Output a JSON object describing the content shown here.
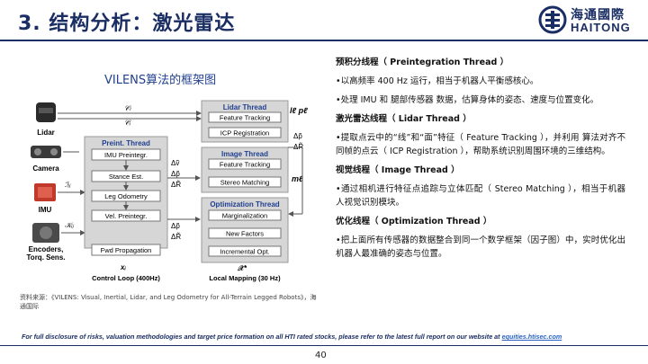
{
  "slide": {
    "title": "3. 结构分析：激光雷达",
    "logo_cn": "海通國際",
    "logo_en": "HAITONG",
    "figure_caption": "VILENS算法的框架图",
    "source_note": "资料来源：《VILENS: Visual, Inertial, Lidar, and Leg Odometry for All-Terrain Legged Robots》，海通国际",
    "footer_text": "For full disclosure of risks, valuation methodologies and target price formation on all HTI rated stocks, please refer to the latest full report on our website at ",
    "footer_link": "equities.htisec.com",
    "page_number": "40"
  },
  "diagram": {
    "sensors": {
      "lidar": "Lidar",
      "camera": "Camera",
      "imu": "IMU",
      "encoders": "Encoders,",
      "encoders2": "Torq. Sens."
    },
    "preint": {
      "title": "Preint. Thread",
      "steps": [
        "IMU Preintegr.",
        "Stance Est.",
        "Leg Odometry",
        "Vel. Preintegr."
      ]
    },
    "fwd": "Fwd Propagation",
    "control_loop": "Control Loop (400Hz)",
    "lidar_thread": {
      "title": "Lidar Thread",
      "steps": [
        "Feature Tracking",
        "ICP Registration"
      ]
    },
    "image_thread": {
      "title": "Image Thread",
      "steps": [
        "Feature Tracking",
        "Stereo Matching"
      ]
    },
    "opt_thread": {
      "title": "Optimization Thread",
      "steps": [
        "Marginalization",
        "New Factors",
        "Incremental Opt."
      ]
    },
    "local_mapping": "Local Mapping (30 Hz)",
    "math": {
      "c_l": "𝒞ₗ",
      "c_i": "𝒞ᵢ",
      "i_ij": "ℐᵢⱼ",
      "k_ij": "𝒦ᵢⱼ",
      "l_p": "lℓ pℓ",
      "dp": "Δp̃",
      "dr": "ΔR̃",
      "dv": "Δṽ",
      "m": "mℓ",
      "x_i": "xᵢ",
      "x_star": "𝒳*"
    }
  },
  "text": {
    "s1_title": "预积分线程（ Preintegration Thread ）",
    "s1_body": "•以高频率 400 Hz 运行，相当于机器人平衡感核心。",
    "s1_body2": "•处理 IMU 和 腿部传感器 数据，估算身体的姿态、速度与位置变化。",
    "s2_title": "激光雷达线程（ Lidar Thread ）",
    "s2_body": "•提取点云中的“线”和“面”特征（ Feature Tracking ），并利用 算法对齐不同帧的点云（ ICP Registration ），帮助系统识别周围环境的三维结构。",
    "s3_title": "视觉线程（ Image Thread ）",
    "s3_body": "•通过相机进行特征点追踪与立体匹配（ Stereo Matching ），相当于机器人视觉识别模块。",
    "s4_title": "优化线程（ Optimization Thread ）",
    "s4_body": "•把上面所有传感器的数据整合到同一个数学框架（因子图）中，实时优化出机器人最准确的姿态与位置。"
  }
}
